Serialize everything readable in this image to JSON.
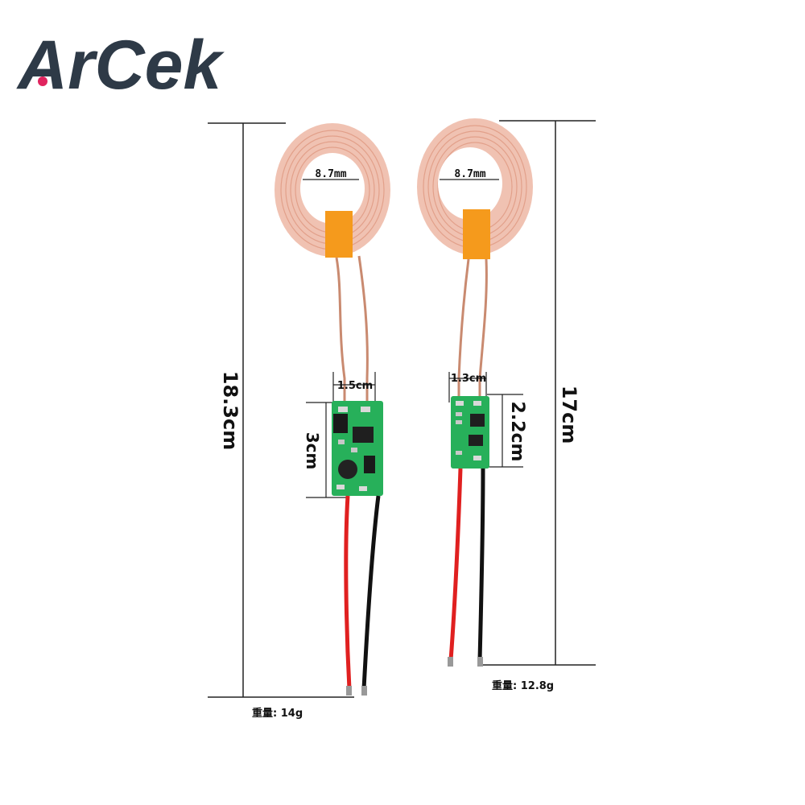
{
  "brand": {
    "logo_text": "ArCek",
    "color": "#2e3a47",
    "dot_color": "#e0245e"
  },
  "colors": {
    "coil": "#f0c2b2",
    "coil_ring": "#e2a08a",
    "tape": "#f59a1c",
    "pcb": "#27b05a",
    "wire_red": "#e02020",
    "wire_black": "#111111",
    "dim_line": "#222222"
  },
  "left_module": {
    "coil_inner_label": "8.7mm",
    "board_width_label": "1.5cm",
    "board_height_label": "3cm",
    "total_length_label": "18.3cm",
    "weight_label": "重量: 14g"
  },
  "right_module": {
    "coil_inner_label": "8.7mm",
    "board_width_label": "1.3cm",
    "board_height_label": "2.2cm",
    "total_length_label": "17cm",
    "weight_label": "重量: 12.8g"
  }
}
